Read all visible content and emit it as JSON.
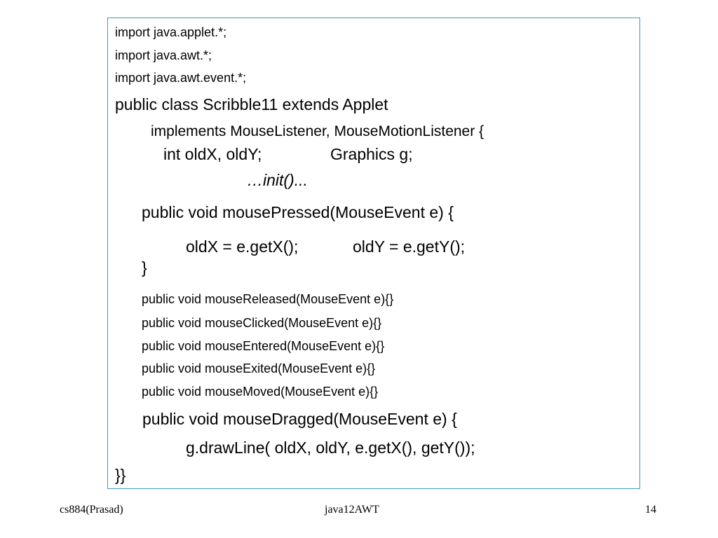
{
  "code": {
    "import_applet": "import java.applet.*;",
    "import_awt": "import java.awt.*;",
    "import_event": "import java.awt.event.*;",
    "class_decl": "public class Scribble11 extends Applet",
    "implements_line": "implements MouseListener, MouseMotionListener {",
    "fields_int": "int oldX, oldY;",
    "fields_graphics": "Graphics g;",
    "init": "…init()...",
    "mouse_pressed_decl": "public void mousePressed(MouseEvent e) {",
    "assign_oldx": "oldX = e.getX();",
    "assign_oldy": "oldY = e.getY();",
    "close_brace": "}",
    "mouse_released": "public void mouseReleased(MouseEvent e){}",
    "mouse_clicked": "public void mouseClicked(MouseEvent e){}",
    "mouse_entered": "public void mouseEntered(MouseEvent e){}",
    "mouse_exited": "public void mouseExited(MouseEvent e){}",
    "mouse_moved": "public void mouseMoved(MouseEvent e){}",
    "mouse_dragged_decl": "public void mouseDragged(MouseEvent e) {",
    "draw_line": "g.drawLine( oldX, oldY, e.getX(), getY());",
    "final_close": "}}"
  },
  "footer": {
    "left": "cs884(Prasad)",
    "center": "java12AWT",
    "right": "14"
  },
  "colors": {
    "border": "#3d9db8",
    "text": "#000000",
    "background": "#ffffff"
  }
}
